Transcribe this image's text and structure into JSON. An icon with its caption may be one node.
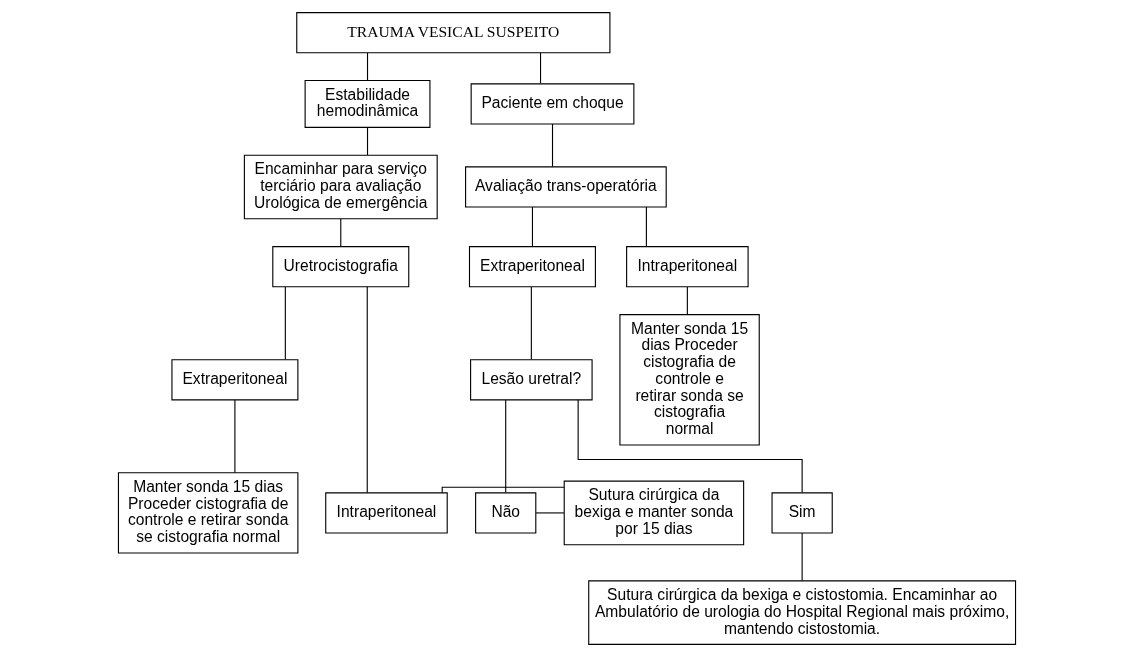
{
  "diagram": {
    "nodes": [
      {
        "text": [
          "TRAUMA VESICAL SUSPEITO"
        ]
      },
      {
        "text": [
          "Estabilidade hemodinâmica"
        ]
      },
      {
        "text": [
          "Paciente em choque"
        ]
      },
      {
        "text": [
          "Encaminhar para serviço terciário para avaliação Urológica de emergência"
        ]
      },
      {
        "text": [
          "Avaliação trans-operatória"
        ]
      },
      {
        "text": [
          "Uretrocistografia"
        ]
      },
      {
        "text": [
          "Extraperitoneal"
        ]
      },
      {
        "text": [
          "Intraperitoneal"
        ]
      },
      {
        "text": [
          "Lesão uretral?"
        ]
      },
      {
        "text": [
          "Manter sonda 15 dias Proceder cistografia de controle e retirar sonda se cistografia normal"
        ]
      },
      {
        "text": [
          "Extraperitoneal"
        ]
      },
      {
        "text": [
          "Intraperitoneal"
        ]
      },
      {
        "text": [
          "Sutura cirúrgica da bexiga e manter sonda por 15 dias"
        ]
      },
      {
        "text": [
          "Não"
        ]
      },
      {
        "text": [
          "Sim"
        ]
      },
      {
        "text": [
          "Manter sonda 15 dias Proceder cistografia de controle e retirar sonda se cistografia normal"
        ]
      },
      {
        "text": [
          "Sutura cirúrgica da bexiga e cistostomia. Encaminhar ao Ambulatório de urologia do Hospital Regional mais próximo, mantendo cistostomia."
        ]
      }
    ],
    "edges": [
      {
        "from": 0,
        "to": 1,
        "arrow": "none"
      },
      {
        "from": 0,
        "to": 2,
        "arrow": "none"
      },
      {
        "from": 1,
        "to": 3,
        "arrow": "none"
      },
      {
        "from": 3,
        "to": 5,
        "arrow": "none"
      },
      {
        "from": 5,
        "to": 10,
        "arrow": "none"
      },
      {
        "from": 5,
        "to": 11,
        "arrow": "none"
      },
      {
        "from": 10,
        "to": 15,
        "arrow": "none"
      },
      {
        "from": 11,
        "to": 12,
        "arrow": "none"
      },
      {
        "from": 2,
        "to": 4,
        "arrow": "none"
      },
      {
        "from": 4,
        "to": 6,
        "arrow": "none"
      },
      {
        "from": 4,
        "to": 7,
        "arrow": "none"
      },
      {
        "from": 7,
        "to": 9,
        "arrow": "none"
      },
      {
        "from": 6,
        "to": 8,
        "arrow": "none"
      },
      {
        "from": 8,
        "to": 13,
        "arrow": "none"
      },
      {
        "from": 8,
        "to": 14,
        "arrow": "none"
      },
      {
        "from": 13,
        "to": 12,
        "arrow": "none"
      },
      {
        "from": 14,
        "to": 16,
        "arrow": "none"
      }
    ]
  }
}
